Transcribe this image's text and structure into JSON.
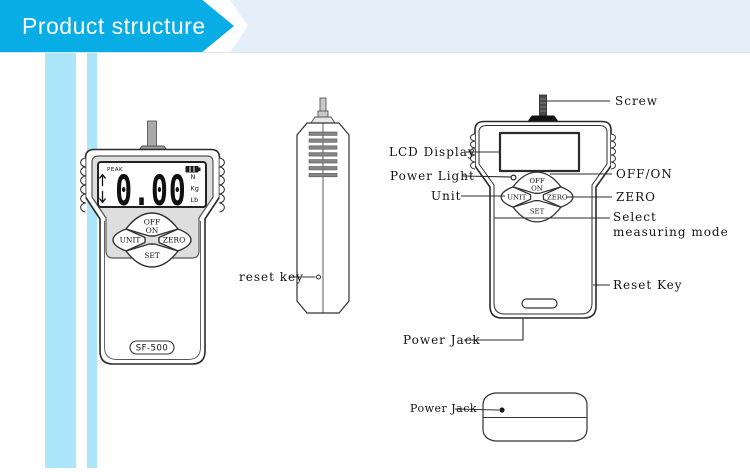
{
  "banner": {
    "title": "Product structure"
  },
  "colors": {
    "accent": "#08ade5",
    "band": "#e4effa",
    "stripe": "#abe5fa",
    "outline": "#2b2b2b"
  },
  "keypad": {
    "off": "OFF",
    "on": "ON",
    "unit": "UNIT",
    "zero": "ZERO",
    "set": "SET"
  },
  "front_view": {
    "lcd": {
      "peak": "PEAK",
      "value": "0.00",
      "unit_n": "N",
      "unit_kg": "Kg",
      "unit_lb": "Lb"
    },
    "model": "SF-500"
  },
  "side_view": {
    "reset_label": "reset key"
  },
  "back_view": {
    "labels": {
      "screw": "Screw",
      "lcd_display": "LCD Display",
      "power_light": "Power Light",
      "unit": "Unit",
      "off_on": "OFF/ON",
      "zero": "ZERO",
      "select_line1": "Select",
      "select_line2": "measuring mode",
      "reset_key": "Reset Key",
      "power_jack": "Power Jack"
    }
  },
  "bottom_view": {
    "label": "Power Jack"
  }
}
